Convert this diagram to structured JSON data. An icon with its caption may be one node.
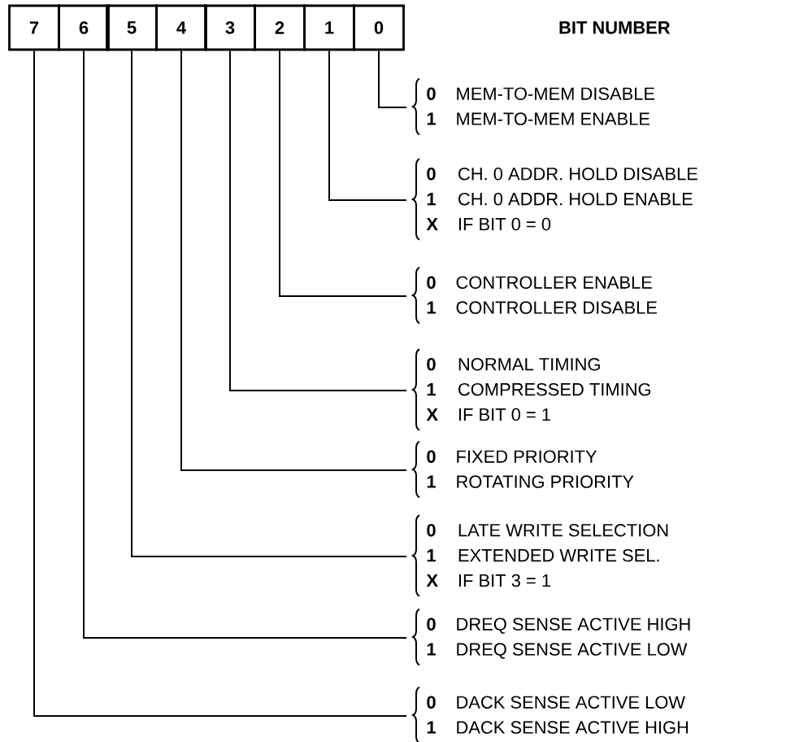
{
  "diagram": {
    "nodes": [
      {
        "text": [
          "7"
        ]
      },
      {
        "text": [
          "6"
        ]
      },
      {
        "text": [
          "5"
        ]
      },
      {
        "text": [
          "4"
        ]
      },
      {
        "text": [
          "3"
        ]
      },
      {
        "text": [
          "2"
        ]
      },
      {
        "text": [
          "1"
        ]
      },
      {
        "text": [
          "0"
        ]
      },
      {
        "text": [
          "0",
          "MEM-TO-MEM DISABLE",
          "1",
          "MEM-TO-MEM ENABLE"
        ]
      },
      {
        "text": [
          "0",
          "CH. 0 ADDR. HOLD DISABLE",
          "1",
          "CH. 0 ADDR. HOLD ENABLE",
          "X",
          "IF BIT 0 = 0"
        ]
      },
      {
        "text": [
          "0",
          "CONTROLLER ENABLE",
          "1",
          "CONTROLLER DISABLE"
        ]
      },
      {
        "text": [
          "0",
          "NORMAL TIMING",
          "1",
          "COMPRESSED TIMING",
          "X",
          "IF BIT 0 = 1"
        ]
      },
      {
        "text": [
          "0",
          "FIXED PRIORITY",
          "1",
          "ROTATING PRIORITY"
        ]
      },
      {
        "text": [
          "0",
          "LATE WRITE SELECTION",
          "1",
          "EXTENDED WRITE SEL.",
          "X",
          "IF BIT 3 = 1"
        ]
      },
      {
        "text": [
          "0",
          "DREQ SENSE ACTIVE HIGH",
          "1",
          "DREQ SENSE ACTIVE LOW"
        ]
      },
      {
        "text": [
          "0",
          "DACK SENSE ACTIVE LOW",
          "1",
          "DACK SENSE ACTIVE HIGH"
        ]
      }
    ],
    "edges": [
      {
        "from": 7,
        "to": 8,
        "arrow": "none"
      },
      {
        "from": 6,
        "to": 9,
        "arrow": "none"
      },
      {
        "from": 5,
        "to": 10,
        "arrow": "none"
      },
      {
        "from": 4,
        "to": 11,
        "arrow": "none"
      },
      {
        "from": 3,
        "to": 12,
        "arrow": "none"
      },
      {
        "from": 2,
        "to": 13,
        "arrow": "none"
      },
      {
        "from": 1,
        "to": 14,
        "arrow": "none"
      },
      {
        "from": 0,
        "to": 15,
        "arrow": "none"
      }
    ],
    "labels": [
      "BIT NUMBER"
    ]
  }
}
